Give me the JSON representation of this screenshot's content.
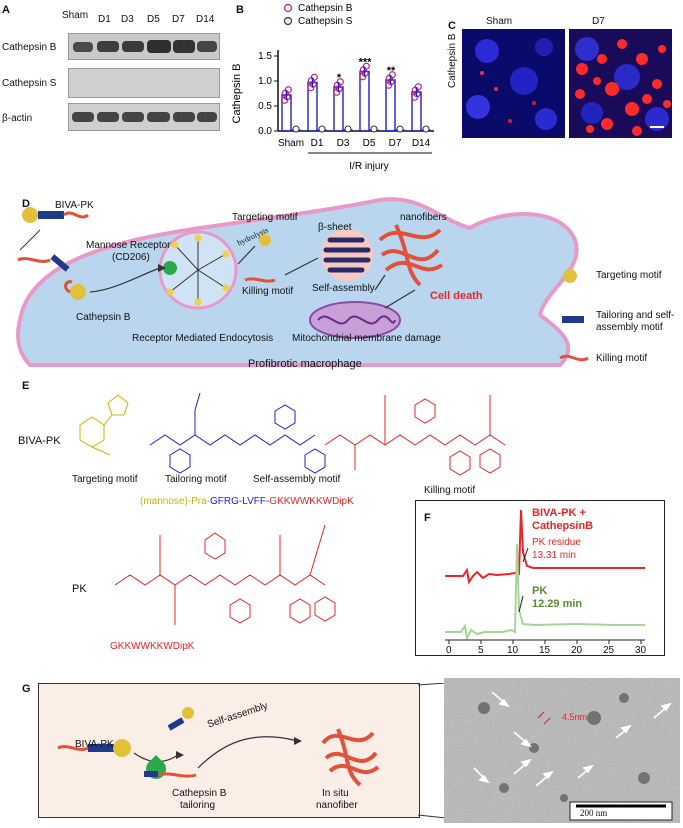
{
  "panels": {
    "A": "A",
    "B": "B",
    "C": "C",
    "D": "D",
    "E": "E",
    "F": "F",
    "G": "G"
  },
  "panelA": {
    "lanes": [
      "Sham",
      "D1",
      "D3",
      "D5",
      "D7",
      "D14"
    ],
    "rows": [
      "Cathepsin B",
      "Cathepsin S",
      "β-actin"
    ]
  },
  "panelB": {
    "legend": [
      "Cathepsin B",
      "Cathepsin S"
    ],
    "ylabel": "Cathepsin B",
    "yticks": [
      "0.0",
      "0.5",
      "1.0",
      "1.5"
    ],
    "categories": [
      "Sham",
      "D1",
      "D3",
      "D5",
      "D7",
      "D14"
    ],
    "group_label": "I/R injury",
    "sig": [
      "",
      "",
      "*",
      "***",
      "**",
      ""
    ]
  },
  "chart_data": {
    "type": "bar",
    "categories": [
      "Sham",
      "D1",
      "D3",
      "D5",
      "D7",
      "D14"
    ],
    "series": [
      {
        "name": "Cathepsin B",
        "values": [
          0.72,
          0.97,
          0.88,
          1.19,
          1.02,
          0.78
        ]
      },
      {
        "name": "Cathepsin S",
        "values": [
          0.0,
          0.0,
          0.0,
          0.0,
          0.0,
          0.0
        ]
      }
    ],
    "ylabel": "Cathepsin B",
    "xlabel": "I/R injury",
    "ylim": [
      0,
      1.5
    ],
    "legend": "top-left"
  },
  "panelC": {
    "titles": [
      "Sham",
      "D7"
    ],
    "ylabel": "Cathepsin B"
  },
  "panelD": {
    "biva": "BIVA-PK",
    "receptor": "Mannose Receptor",
    "cd": "(CD206)",
    "cathepsin": "Cathepsin B",
    "endocytosis": "Receptor Mediated Endocytosis",
    "hydrolysis": "hydrolysis",
    "targeting": "Targeting motif",
    "killing": "Killing motif",
    "beta": "β-sheet",
    "selfassembly": "Self-assembly",
    "nanofibers": "nanofibers",
    "death": "Cell death",
    "mito": "Mitochondrial membrane damage",
    "macro": "Profibrotic  macrophage",
    "legend": [
      "Targeting motif",
      "Tailoring and self-",
      "assembly motif",
      "Killing motif"
    ]
  },
  "panelE": {
    "biva": "BIVA-PK",
    "labels": [
      "Targeting motif",
      "Tailoring motif",
      "Self-assembly motif",
      "Killing motif"
    ],
    "seq": [
      "(mannose)-Pra-",
      "GFRG-",
      "LVFF-",
      "GKKWWKKWDipK"
    ],
    "pk": "PK",
    "pkseq": "GKKWWKKWDipK"
  },
  "panelF": {
    "title1": "BIVA-PK +",
    "title2": "CathepsinB",
    "res1": "PK residue",
    "res2": "13.31 min",
    "pk1": "PK",
    "pk2": "12.29 min",
    "xticks": [
      "0",
      "5",
      "10",
      "15",
      "20",
      "25",
      "30"
    ]
  },
  "panelG": {
    "biva": "BIVA-PK",
    "sa": "Self-assembly",
    "cb1": "Cathepsin B",
    "cb2": "tailoring",
    "ns1": "In situ",
    "ns2": "nanofiber",
    "meas": "4.5nm",
    "scale": "200  nm"
  },
  "colors": {
    "red": "#e8262a",
    "blue": "#1f1fd0",
    "green": "#5a8a2e",
    "olive": "#c8b400",
    "membrane": "#e79ac8",
    "cell": "#b9d6ee"
  }
}
